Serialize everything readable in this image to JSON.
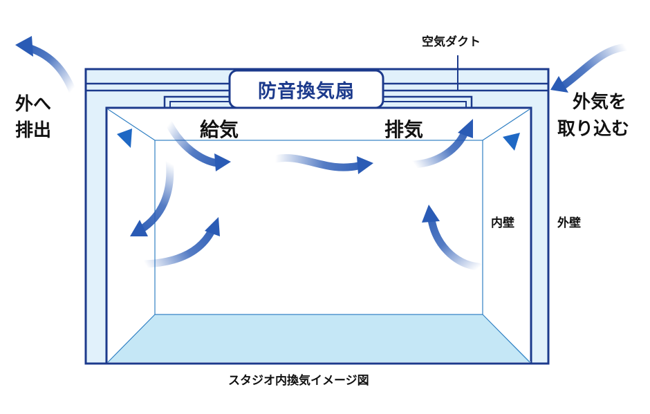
{
  "diagram": {
    "fan_label": "防音換気扇",
    "duct_label": "空気ダクト",
    "supply_label": "給気",
    "exhaust_label": "排気",
    "outlet_label_lines": [
      "外へ",
      "排出"
    ],
    "intake_label_lines": [
      "外気を",
      "取り込む"
    ],
    "inner_wall_label": "内壁",
    "outer_wall_label": "外壁",
    "caption": "スタジオ内換気イメージ図"
  },
  "colors": {
    "wall_stroke": "#1c3a8c",
    "wall_fill": "#e1f1fb",
    "floor_fill": "#c5e7f6",
    "room_line": "#2f7fc3",
    "arrow": "#2a5bb5",
    "speaker": "#1f68c4"
  }
}
